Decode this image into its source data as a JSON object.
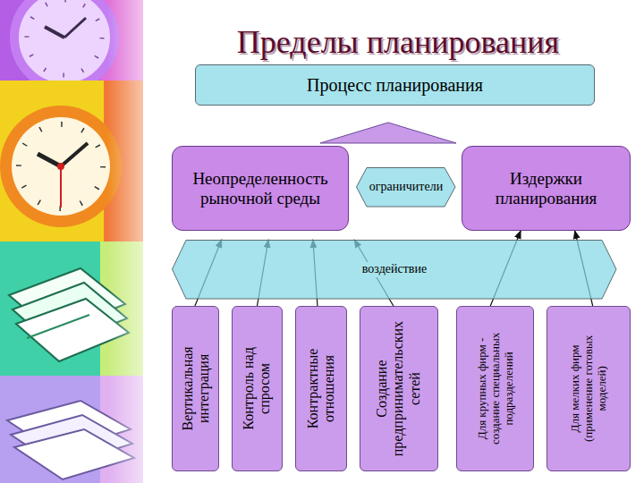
{
  "diagram": {
    "title": "Пределы планирования",
    "nodes": [
      {
        "text": [
          "Процесс планирования"
        ]
      },
      {
        "text": [
          "Неопределенность рыночной среды"
        ]
      },
      {
        "text": [
          "ограничители"
        ]
      },
      {
        "text": [
          "Издержки планирования"
        ]
      },
      {
        "text": [
          "воздействие"
        ]
      },
      {
        "text": [
          "Вертикальная интеграция"
        ]
      },
      {
        "text": [
          "Контроль над спросом"
        ]
      },
      {
        "text": [
          "Контрактные отношения"
        ]
      },
      {
        "text": [
          "Создание предпринимательских сетей"
        ]
      },
      {
        "text": [
          "Для крупных фирм - создание специальных подразделений"
        ]
      },
      {
        "text": [
          "Для мелких фирм (применение готовых моделей)"
        ]
      }
    ],
    "edges": [
      {
        "from": 5,
        "to": 4,
        "arrow": "to"
      },
      {
        "from": 6,
        "to": 4,
        "arrow": "to"
      },
      {
        "from": 7,
        "to": 4,
        "arrow": "to"
      },
      {
        "from": 8,
        "to": 4,
        "arrow": "to"
      },
      {
        "from": 9,
        "to": 3,
        "arrow": "to"
      },
      {
        "from": 10,
        "to": 3,
        "arrow": "to"
      }
    ]
  }
}
